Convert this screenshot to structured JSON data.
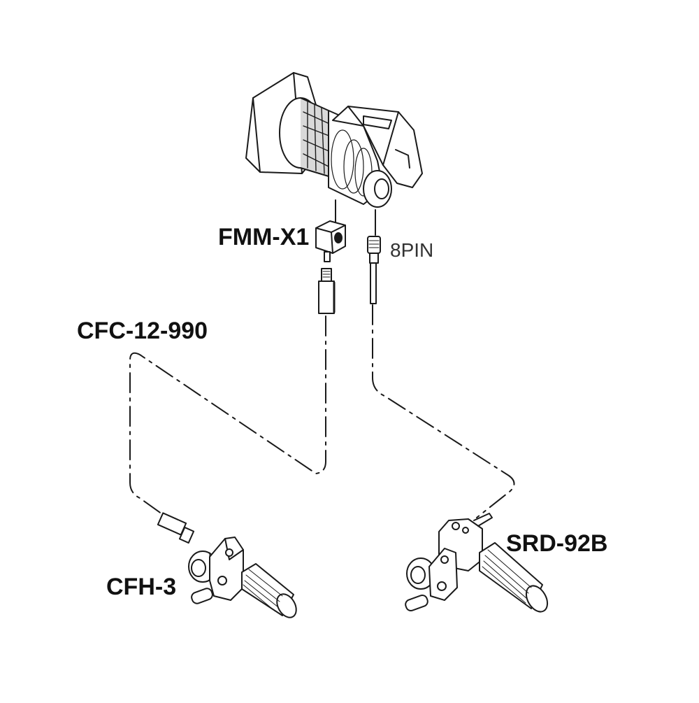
{
  "labels": {
    "fmm_x1": "FMM-X1",
    "pin8": "8PIN",
    "cfc_12_990": "CFC-12-990",
    "cfh_3": "CFH-3",
    "srd_92b": "SRD-92B"
  },
  "colors": {
    "stroke": "#1a1a1a",
    "fill": "#ffffff",
    "shade": "#d9d9d9"
  }
}
